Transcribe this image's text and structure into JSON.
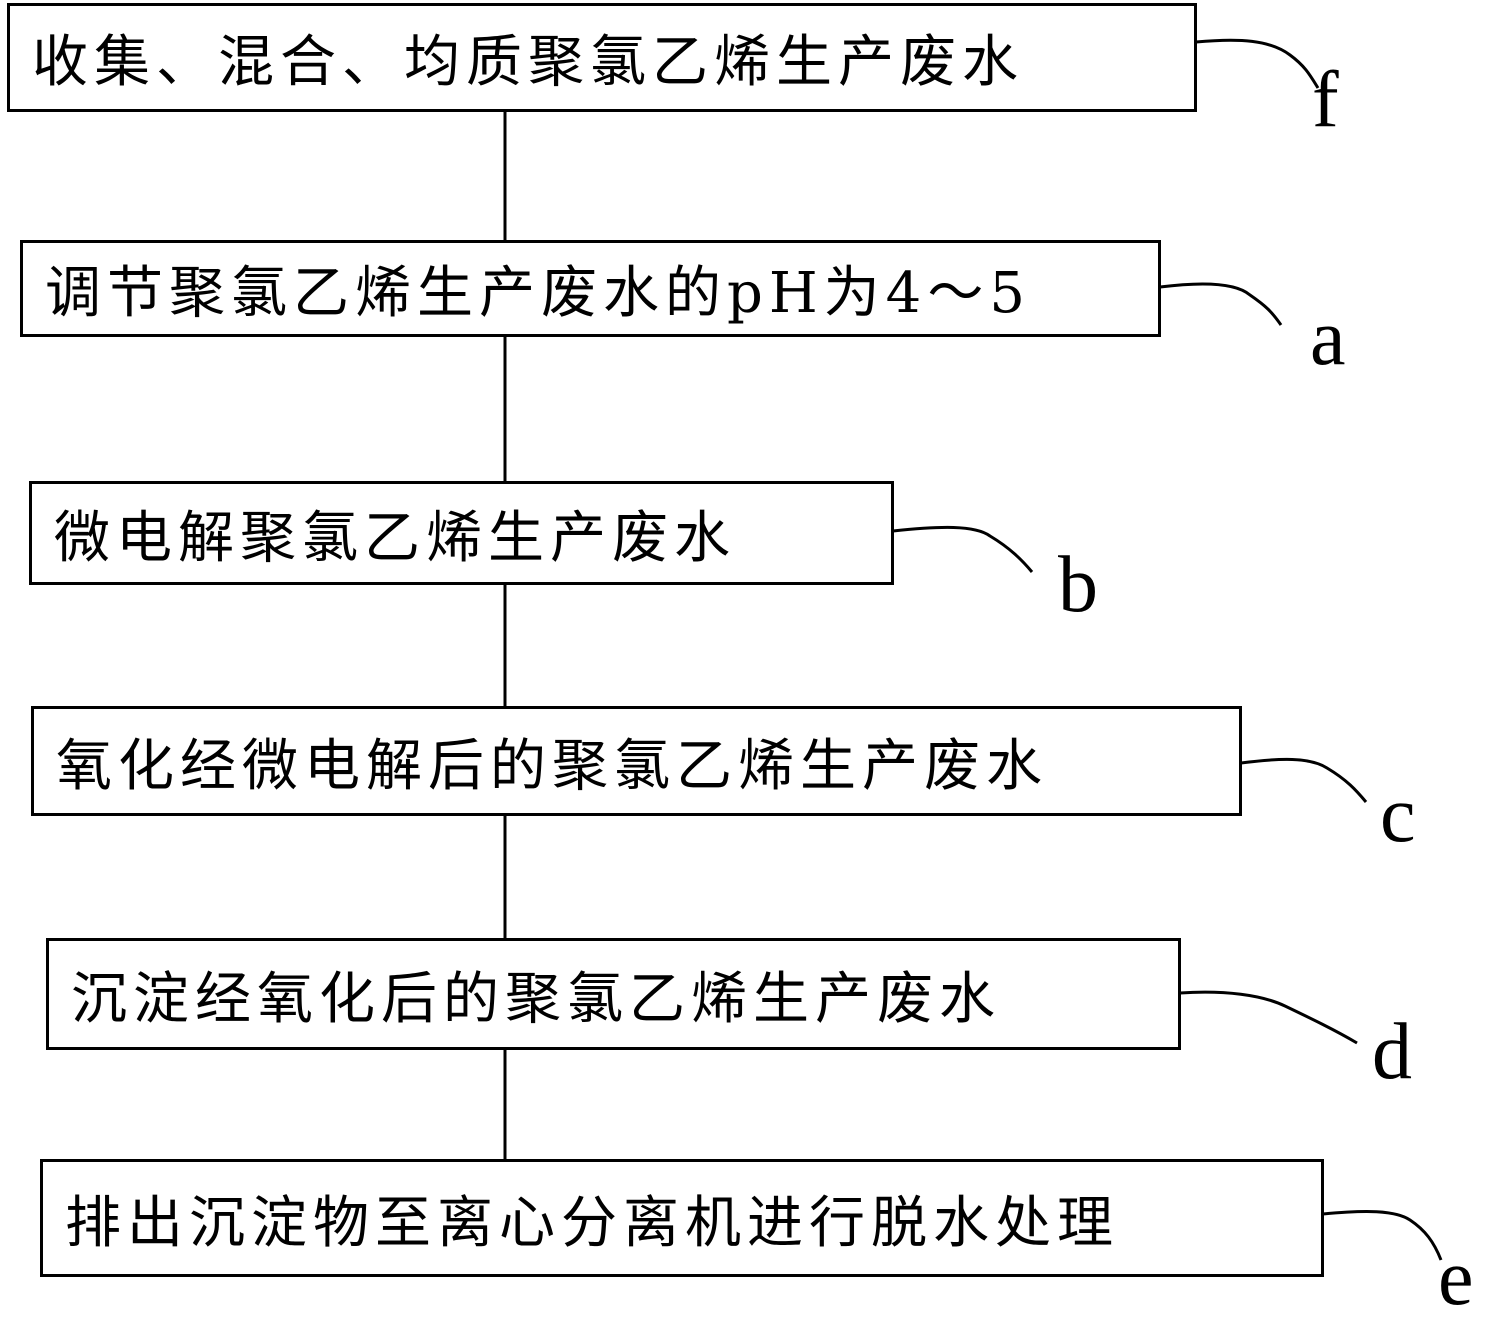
{
  "flowchart": {
    "steps": [
      {
        "id": "f",
        "text": "收集、混合、均质聚氯乙烯生产废水",
        "label": "f"
      },
      {
        "id": "a",
        "text": "调节聚氯乙烯生产废水的pH为4～5",
        "label": "a"
      },
      {
        "id": "b",
        "text": "微电解聚氯乙烯生产废水",
        "label": "b"
      },
      {
        "id": "c",
        "text": "氧化经微电解后的聚氯乙烯生产废水",
        "label": "c"
      },
      {
        "id": "d",
        "text": "沉淀经氧化后的聚氯乙烯生产废水",
        "label": "d"
      },
      {
        "id": "e",
        "text": "排出沉淀物至离心分离机进行脱水处理",
        "label": "e"
      }
    ]
  }
}
